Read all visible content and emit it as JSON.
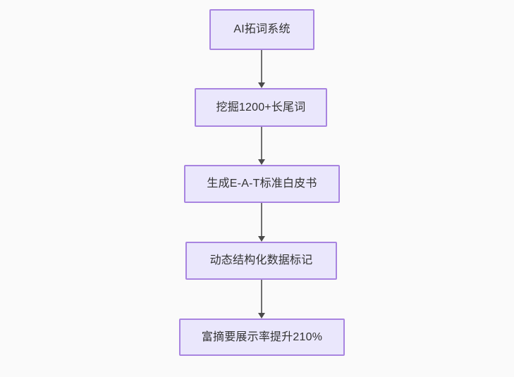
{
  "diagram": {
    "type": "flowchart",
    "direction": "top-to-bottom",
    "background_color": "#fafafa",
    "node_fill_color": "#eae7fc",
    "node_border_color": "#a884e0",
    "node_text_color": "#333333",
    "edge_color": "#6f6f6f",
    "nodes": [
      {
        "id": "n1",
        "label": "AI拓词系统"
      },
      {
        "id": "n2",
        "label": "挖掘1200+长尾词"
      },
      {
        "id": "n3",
        "label": "生成E-A-T标准白皮书"
      },
      {
        "id": "n4",
        "label": "动态结构化数据标记"
      },
      {
        "id": "n5",
        "label": "富摘要展示率提升210%"
      }
    ],
    "edges": [
      {
        "from": "n1",
        "to": "n2",
        "label": ""
      },
      {
        "from": "n2",
        "to": "n3",
        "label": ""
      },
      {
        "from": "n3",
        "to": "n4",
        "label": ""
      },
      {
        "from": "n4",
        "to": "n5",
        "label": ""
      }
    ]
  }
}
